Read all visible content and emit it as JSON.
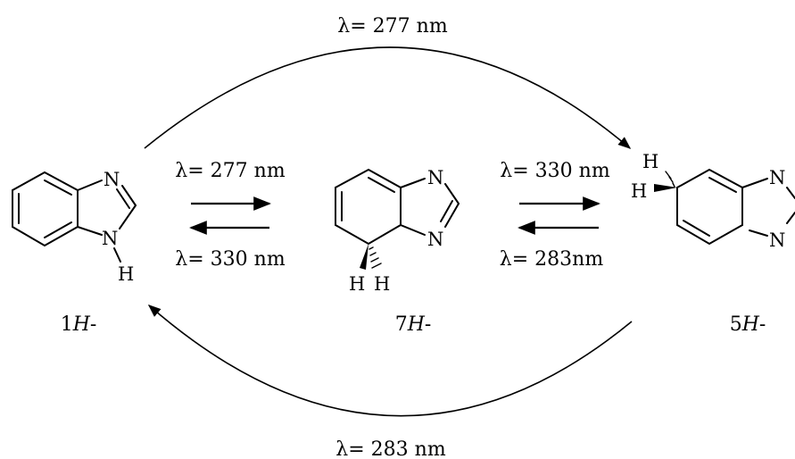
{
  "outer_top_label": "λ= 277 nm",
  "outer_bottom_label": "λ= 283 nm",
  "equilibria": [
    {
      "forward": "λ= 277 nm",
      "reverse": "λ= 330 nm"
    },
    {
      "forward": "λ= 330 nm",
      "reverse": "λ= 283nm"
    }
  ],
  "isomers": [
    {
      "number": "1",
      "letter": "H",
      "suffix": "-"
    },
    {
      "number": "7",
      "letter": "H",
      "suffix": "-"
    },
    {
      "number": "5",
      "letter": "H",
      "suffix": "-"
    }
  ],
  "atoms": {
    "nitrogen": "N",
    "hydrogen": "H"
  }
}
